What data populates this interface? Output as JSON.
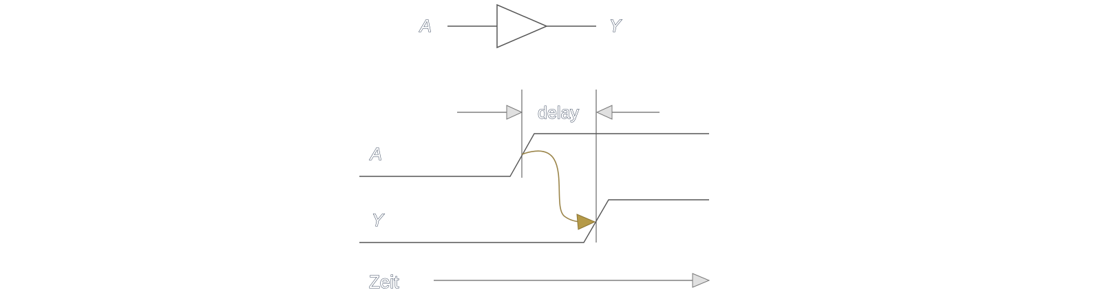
{
  "buffer": {
    "input_label": "A",
    "output_label": "Y"
  },
  "timing": {
    "delay_label": "delay",
    "signal_a_label": "A",
    "signal_y_label": "Y",
    "time_axis_label": "Zeit"
  },
  "colors": {
    "line": "#555555",
    "label_outline": "#3c4a60",
    "arrowhead_gray": "#e0e0e0",
    "causality_arrow": "#b59a48",
    "background": "#ffffff"
  }
}
